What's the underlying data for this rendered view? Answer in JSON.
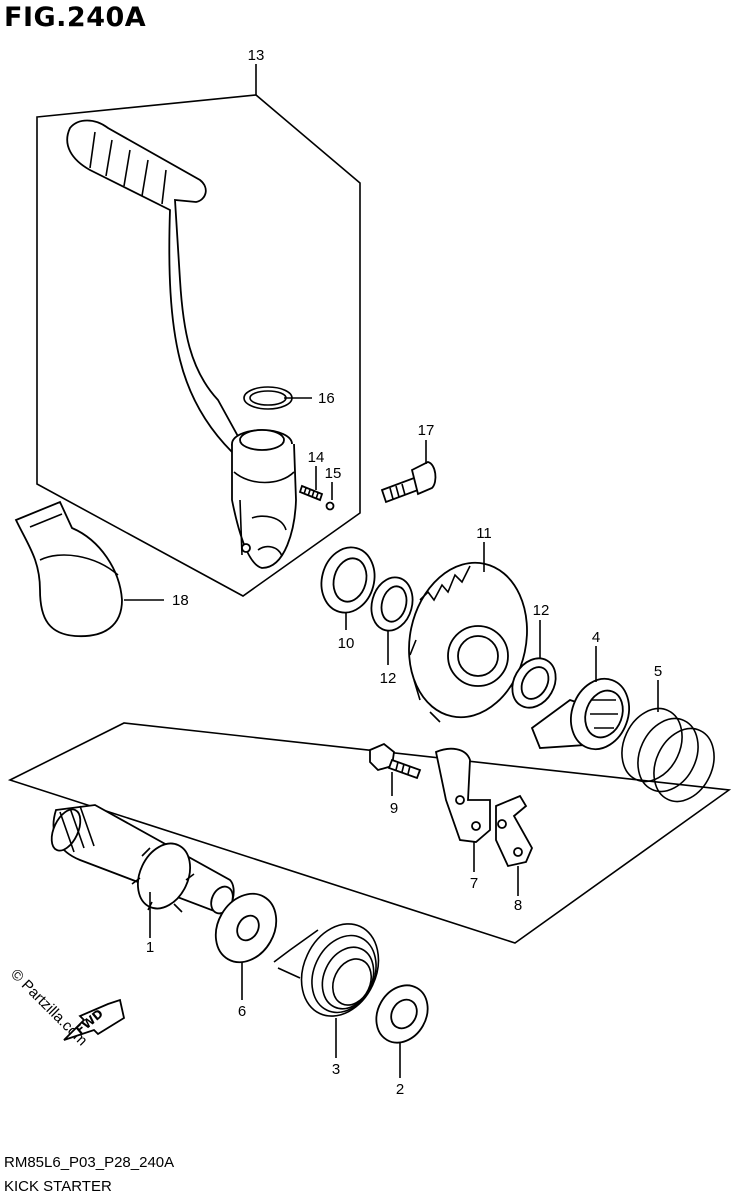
{
  "figure": {
    "title": "FIG.240A",
    "code": "RM85L6_P03_P28_240A",
    "caption": "KICK STARTER"
  },
  "watermark": {
    "copyright": "© Partzilla.com",
    "fwd_label": "FWD"
  },
  "callouts": {
    "c1": "1",
    "c2": "2",
    "c3": "3",
    "c4": "4",
    "c5": "5",
    "c6": "6",
    "c7": "7",
    "c8": "8",
    "c9": "9",
    "c10": "10",
    "c11": "11",
    "c12a": "12",
    "c12b": "12",
    "c13": "13",
    "c14": "14",
    "c15": "15",
    "c16": "16",
    "c17": "17",
    "c18": "18"
  }
}
